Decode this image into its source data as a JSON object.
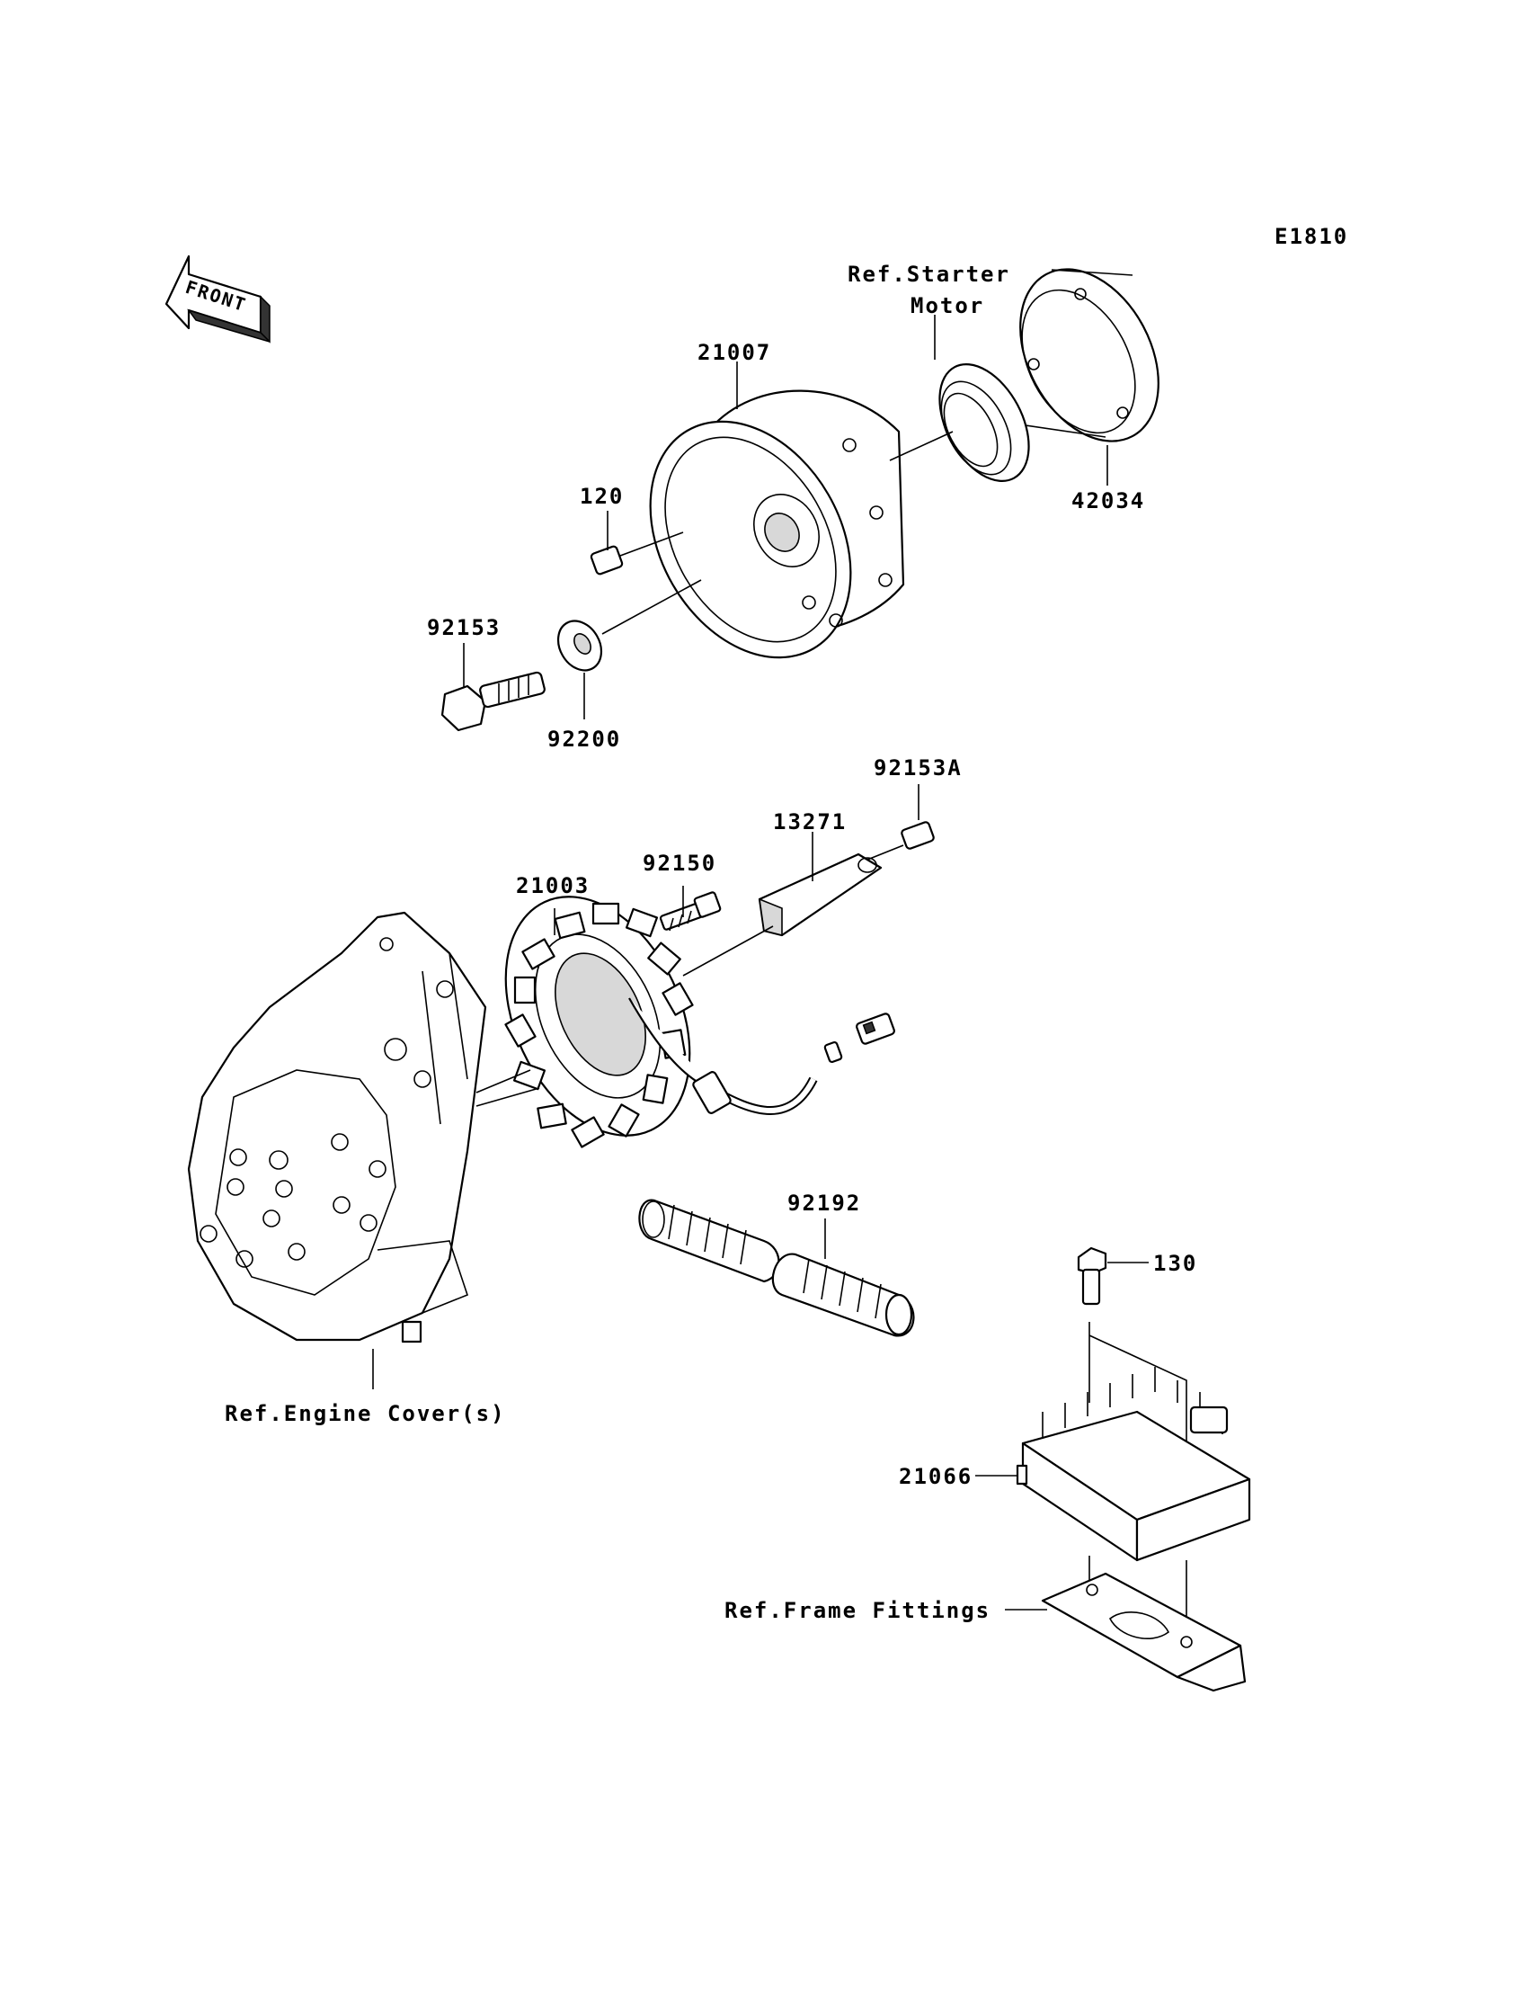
{
  "diagram_code": "E1810",
  "front_label": "FRONT",
  "labels": {
    "flywheel": "21007",
    "starter_clutch_ref_line1": "Ref.Starter",
    "starter_clutch_ref_line2": "Motor",
    "gear": "42034",
    "plug": "120",
    "bolt": "92153",
    "washer": "92200",
    "stator": "21003",
    "stator_screw": "92150",
    "clamp": "13271",
    "clamp_bolt": "92153A",
    "engine_cover_ref": "Ref.Engine Cover(s)",
    "cover_tube": "92192",
    "regulator_bolt": "130",
    "regulator": "21066",
    "frame_ref": "Ref.Frame Fittings"
  }
}
